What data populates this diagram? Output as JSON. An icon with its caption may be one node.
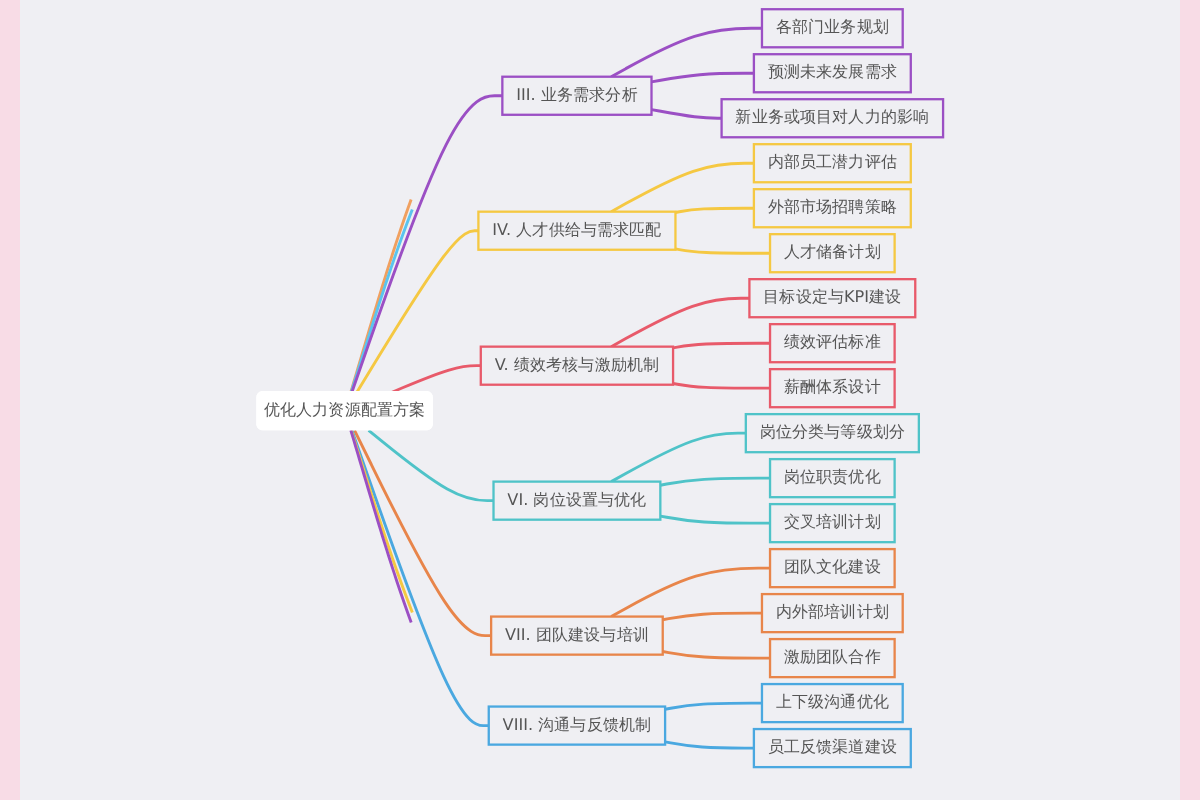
{
  "diagram": {
    "nodes": [
      {
        "text": [
          "优化人力资源配置方案"
        ]
      },
      {
        "text": [
          "III. 业务需求分析"
        ]
      },
      {
        "text": [
          "各部门业务规划"
        ]
      },
      {
        "text": [
          "预测未来发展需求"
        ]
      },
      {
        "text": [
          "新业务或项目对人力的影响"
        ]
      },
      {
        "text": [
          "IV. 人才供给与需求匹配"
        ]
      },
      {
        "text": [
          "内部员工潜力评估"
        ]
      },
      {
        "text": [
          "外部市场招聘策略"
        ]
      },
      {
        "text": [
          "人才储备计划"
        ]
      },
      {
        "text": [
          "V. 绩效考核与激励机制"
        ]
      },
      {
        "text": [
          "目标设定与KPI建设"
        ]
      },
      {
        "text": [
          "绩效评估标准"
        ]
      },
      {
        "text": [
          "薪酬体系设计"
        ]
      },
      {
        "text": [
          "VI. 岗位设置与优化"
        ]
      },
      {
        "text": [
          "岗位分类与等级划分"
        ]
      },
      {
        "text": [
          "岗位职责优化"
        ]
      },
      {
        "text": [
          "交叉培训计划"
        ]
      },
      {
        "text": [
          "VII. 团队建设与培训"
        ]
      },
      {
        "text": [
          "团队文化建设"
        ]
      },
      {
        "text": [
          "内外部培训计划"
        ]
      },
      {
        "text": [
          "激励团队合作"
        ]
      },
      {
        "text": [
          "VIII. 沟通与反馈机制"
        ]
      },
      {
        "text": [
          "上下级沟通优化"
        ]
      },
      {
        "text": [
          "员工反馈渠道建设"
        ]
      }
    ],
    "edges": [
      {
        "from": 0,
        "to": null,
        "arrow": "none",
        "color": "#f0a060"
      },
      {
        "from": 0,
        "to": null,
        "arrow": "none",
        "color": "#5bc4ee"
      },
      {
        "from": 0,
        "to": 1,
        "arrow": "none",
        "color": "#9b4fc4"
      },
      {
        "from": 1,
        "to": 2,
        "arrow": "none",
        "color": "#9b4fc4"
      },
      {
        "from": 1,
        "to": 3,
        "arrow": "none",
        "color": "#9b4fc4"
      },
      {
        "from": 1,
        "to": 4,
        "arrow": "none",
        "color": "#9b4fc4"
      },
      {
        "from": 0,
        "to": 5,
        "arrow": "none",
        "color": "#f5c842"
      },
      {
        "from": 5,
        "to": 6,
        "arrow": "none",
        "color": "#f5c842"
      },
      {
        "from": 5,
        "to": 7,
        "arrow": "none",
        "color": "#f5c842"
      },
      {
        "from": 5,
        "to": 8,
        "arrow": "none",
        "color": "#f5c842"
      },
      {
        "from": 0,
        "to": 9,
        "arrow": "none",
        "color": "#e85a6a"
      },
      {
        "from": 9,
        "to": 10,
        "arrow": "none",
        "color": "#e85a6a"
      },
      {
        "from": 9,
        "to": 11,
        "arrow": "none",
        "color": "#e85a6a"
      },
      {
        "from": 9,
        "to": 12,
        "arrow": "none",
        "color": "#e85a6a"
      },
      {
        "from": 0,
        "to": 13,
        "arrow": "none",
        "color": "#4fc3c8"
      },
      {
        "from": 13,
        "to": 14,
        "arrow": "none",
        "color": "#4fc3c8"
      },
      {
        "from": 13,
        "to": 15,
        "arrow": "none",
        "color": "#4fc3c8"
      },
      {
        "from": 13,
        "to": 16,
        "arrow": "none",
        "color": "#4fc3c8"
      },
      {
        "from": 0,
        "to": 17,
        "arrow": "none",
        "color": "#e8854a"
      },
      {
        "from": 17,
        "to": 18,
        "arrow": "none",
        "color": "#e8854a"
      },
      {
        "from": 17,
        "to": 19,
        "arrow": "none",
        "color": "#e8854a"
      },
      {
        "from": 17,
        "to": 20,
        "arrow": "none",
        "color": "#e8854a"
      },
      {
        "from": 0,
        "to": 21,
        "arrow": "none",
        "color": "#4aa8e0"
      },
      {
        "from": 21,
        "to": 22,
        "arrow": "none",
        "color": "#4aa8e0"
      },
      {
        "from": 21,
        "to": 23,
        "arrow": "none",
        "color": "#4aa8e0"
      },
      {
        "from": 0,
        "to": null,
        "arrow": "none",
        "color": "#f5c842"
      },
      {
        "from": 0,
        "to": null,
        "arrow": "none",
        "color": "#9b4fc4"
      }
    ]
  }
}
